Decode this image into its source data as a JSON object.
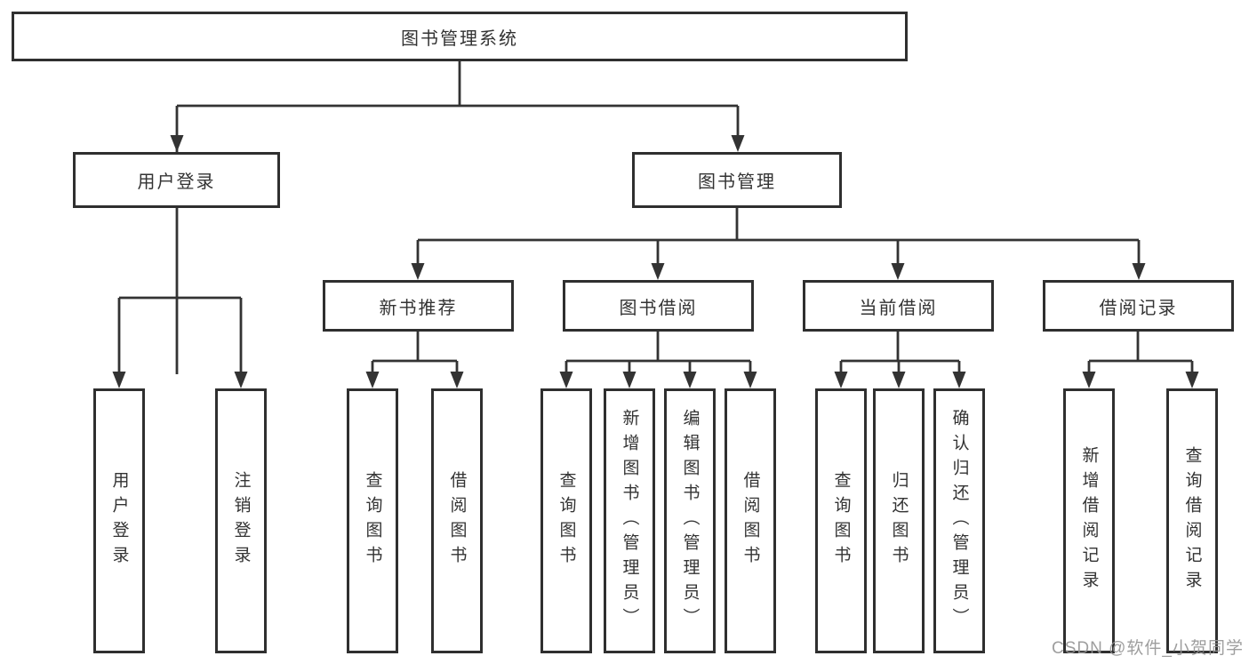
{
  "diagram": {
    "tree": {
      "label": "图书管理系统",
      "children": [
        {
          "label": "用户登录",
          "children": [
            {
              "label": "用户登录"
            },
            {
              "label": "注销登录"
            }
          ]
        },
        {
          "label": "图书管理",
          "children": [
            {
              "label": "新书推荐",
              "children": [
                {
                  "label": "查询图书"
                },
                {
                  "label": "借阅图书"
                }
              ]
            },
            {
              "label": "图书借阅",
              "children": [
                {
                  "label": "查询图书"
                },
                {
                  "label": "新增图书（管理员）"
                },
                {
                  "label": "编辑图书（管理员）"
                },
                {
                  "label": "借阅图书"
                }
              ]
            },
            {
              "label": "当前借阅",
              "children": [
                {
                  "label": "查询图书"
                },
                {
                  "label": "归还图书"
                },
                {
                  "label": "确认归还（管理员）"
                }
              ]
            },
            {
              "label": "借阅记录",
              "children": [
                {
                  "label": "新增借阅记录"
                },
                {
                  "label": "查询借阅记录"
                }
              ]
            }
          ]
        }
      ]
    },
    "colors": {
      "line": "#333333",
      "box_border": "#2f2f2f",
      "text": "#333333",
      "watermark": "#949494"
    }
  },
  "watermark": {
    "text": "CSDN @软件_小贺同学"
  }
}
